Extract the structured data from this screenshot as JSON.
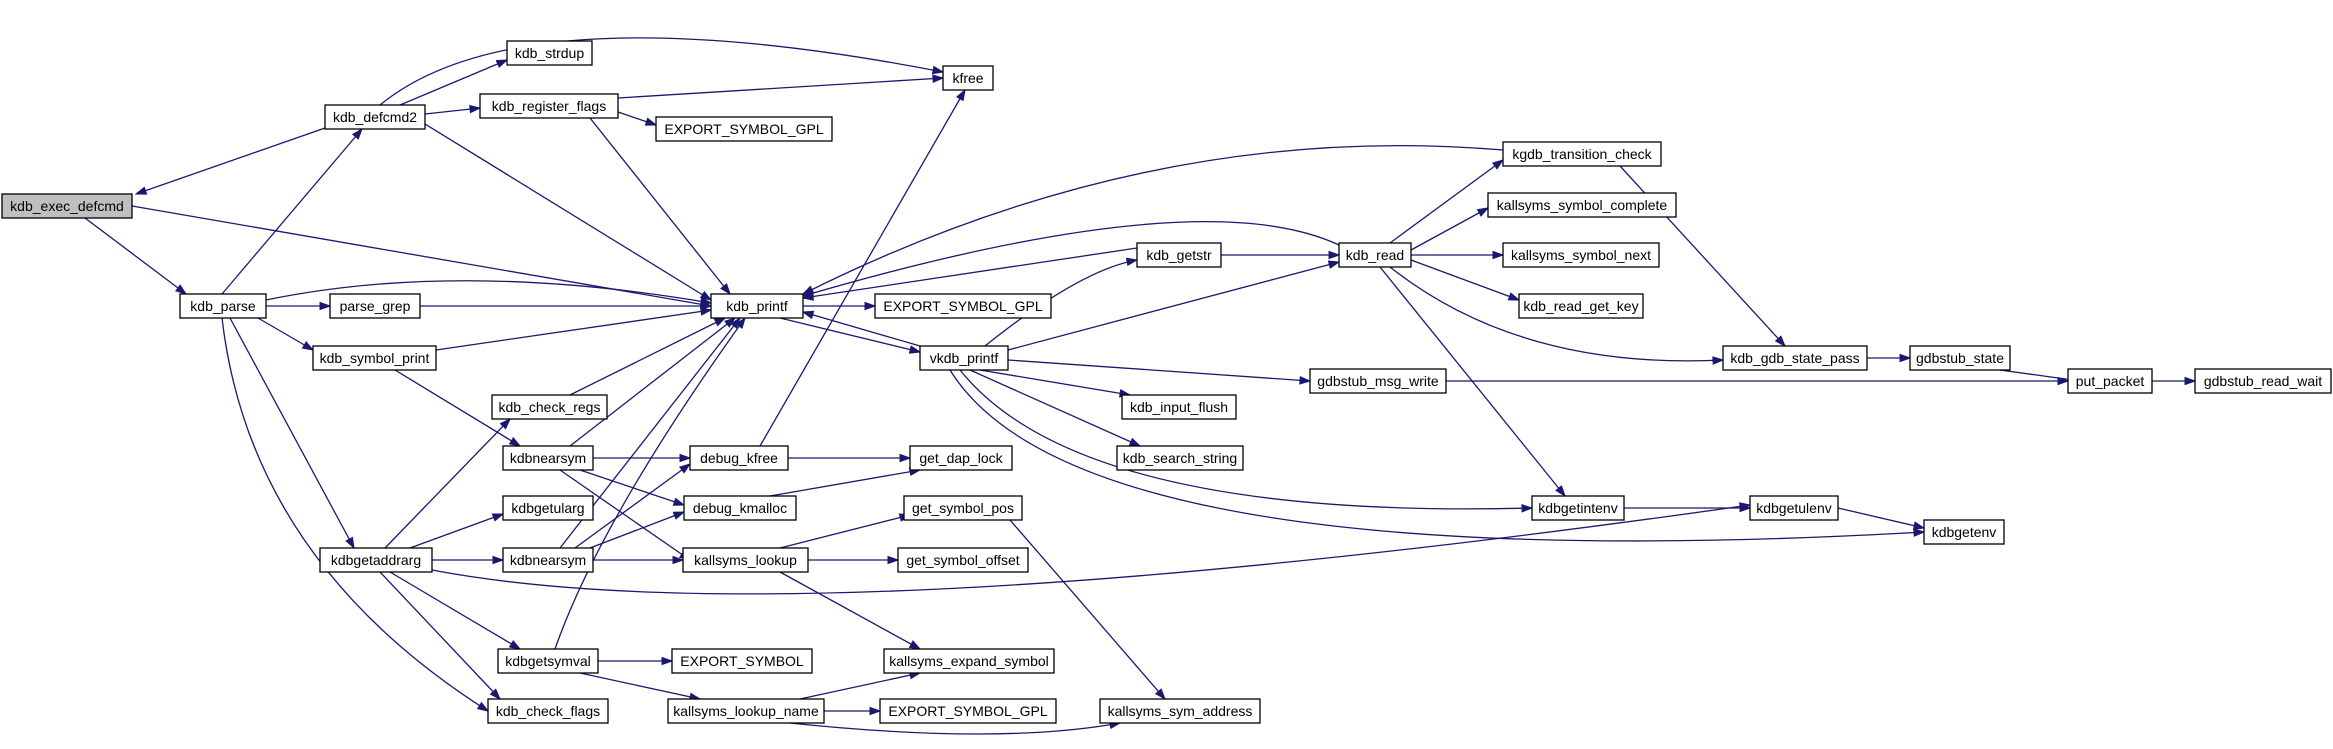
{
  "diagram": {
    "nodes": [
      {
        "id": "kdb_exec_defcmd",
        "label": "kdb_exec_defcmd",
        "root": true
      },
      {
        "id": "kdb_parse",
        "label": "kdb_parse"
      },
      {
        "id": "kdb_defcmd2",
        "label": "kdb_defcmd2"
      },
      {
        "id": "kdb_strdup",
        "label": "kdb_strdup"
      },
      {
        "id": "kdb_register_flags",
        "label": "kdb_register_flags"
      },
      {
        "id": "export_symbol_gpl_1",
        "label": "EXPORT_SYMBOL_GPL"
      },
      {
        "id": "kfree",
        "label": "kfree"
      },
      {
        "id": "parse_grep",
        "label": "parse_grep"
      },
      {
        "id": "kdb_symbol_print",
        "label": "kdb_symbol_print"
      },
      {
        "id": "kdb_printf",
        "label": "kdb_printf"
      },
      {
        "id": "export_symbol_gpl_2",
        "label": "EXPORT_SYMBOL_GPL"
      },
      {
        "id": "vkdb_printf",
        "label": "vkdb_printf"
      },
      {
        "id": "kdb_check_regs",
        "label": "kdb_check_regs"
      },
      {
        "id": "kdbnearsym_1",
        "label": "kdbnearsym"
      },
      {
        "id": "kdbgetularg",
        "label": "kdbgetularg"
      },
      {
        "id": "kdbgetaddrarg",
        "label": "kdbgetaddrarg"
      },
      {
        "id": "kdbnearsym_2",
        "label": "kdbnearsym"
      },
      {
        "id": "kdbgetsymval",
        "label": "kdbgetsymval"
      },
      {
        "id": "kdb_check_flags",
        "label": "kdb_check_flags"
      },
      {
        "id": "debug_kfree",
        "label": "debug_kfree"
      },
      {
        "id": "debug_kmalloc",
        "label": "debug_kmalloc"
      },
      {
        "id": "kallsyms_lookup",
        "label": "kallsyms_lookup"
      },
      {
        "id": "export_symbol",
        "label": "EXPORT_SYMBOL"
      },
      {
        "id": "kallsyms_lookup_name",
        "label": "kallsyms_lookup_name"
      },
      {
        "id": "get_dap_lock",
        "label": "get_dap_lock"
      },
      {
        "id": "get_symbol_pos",
        "label": "get_symbol_pos"
      },
      {
        "id": "get_symbol_offset",
        "label": "get_symbol_offset"
      },
      {
        "id": "kallsyms_expand_symbol",
        "label": "kallsyms_expand_symbol"
      },
      {
        "id": "export_symbol_gpl_3",
        "label": "EXPORT_SYMBOL_GPL"
      },
      {
        "id": "kallsyms_sym_address",
        "label": "kallsyms_sym_address"
      },
      {
        "id": "kdb_getstr",
        "label": "kdb_getstr"
      },
      {
        "id": "kdb_input_flush",
        "label": "kdb_input_flush"
      },
      {
        "id": "kdb_search_string",
        "label": "kdb_search_string"
      },
      {
        "id": "gdbstub_msg_write",
        "label": "gdbstub_msg_write"
      },
      {
        "id": "kdb_read",
        "label": "kdb_read"
      },
      {
        "id": "kgdb_transition_check",
        "label": "kgdb_transition_check"
      },
      {
        "id": "kallsyms_symbol_complete",
        "label": "kallsyms_symbol_complete"
      },
      {
        "id": "kallsyms_symbol_next",
        "label": "kallsyms_symbol_next"
      },
      {
        "id": "kdb_read_get_key",
        "label": "kdb_read_get_key"
      },
      {
        "id": "kdb_gdb_state_pass",
        "label": "kdb_gdb_state_pass"
      },
      {
        "id": "gdbstub_state",
        "label": "gdbstub_state"
      },
      {
        "id": "put_packet",
        "label": "put_packet"
      },
      {
        "id": "gdbstub_read_wait",
        "label": "gdbstub_read_wait"
      },
      {
        "id": "kdbgetintenv",
        "label": "kdbgetintenv"
      },
      {
        "id": "kdbgetulenv",
        "label": "kdbgetulenv"
      },
      {
        "id": "kdbgetenv",
        "label": "kdbgetenv"
      }
    ]
  }
}
